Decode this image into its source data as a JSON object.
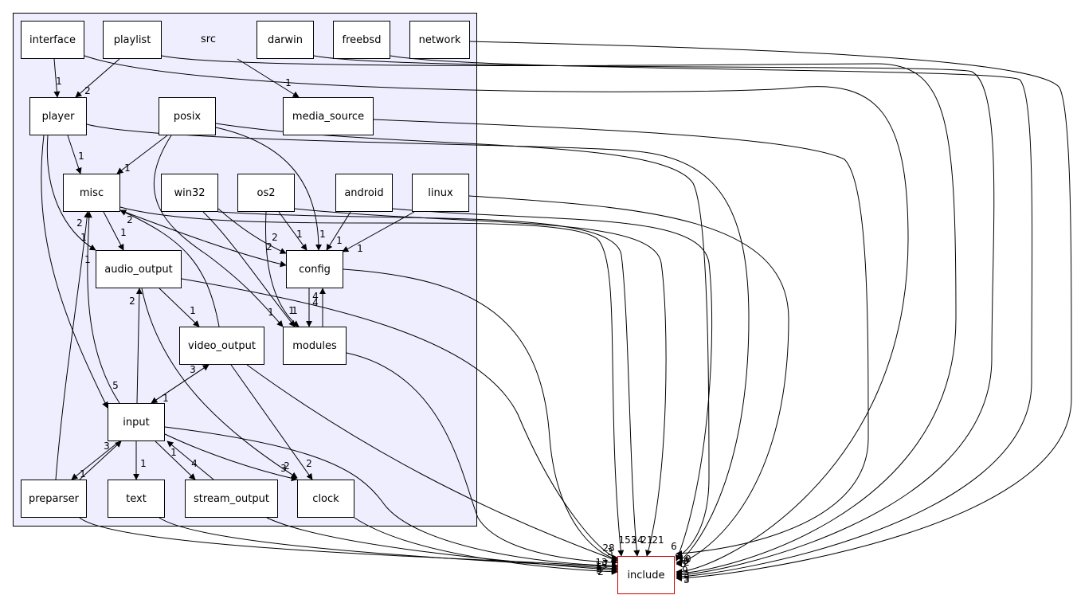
{
  "cluster_title": "src",
  "nodes": {
    "interface": "interface",
    "playlist": "playlist",
    "darwin": "darwin",
    "freebsd": "freebsd",
    "network": "network",
    "player": "player",
    "posix": "posix",
    "media_source": "media_source",
    "misc": "misc",
    "win32": "win32",
    "os2": "os2",
    "android": "android",
    "linux": "linux",
    "audio_output": "audio_output",
    "config": "config",
    "video_output": "video_output",
    "modules": "modules",
    "input": "input",
    "preparser": "preparser",
    "text": "text",
    "stream_output": "stream_output",
    "clock": "clock",
    "include": "include"
  },
  "edges": [
    {
      "from": "interface",
      "to": "player",
      "label": "1"
    },
    {
      "from": "interface",
      "to": "include",
      "label": "3"
    },
    {
      "from": "playlist",
      "to": "player",
      "label": "2"
    },
    {
      "from": "playlist",
      "to": "include",
      "label": "9"
    },
    {
      "from": "src",
      "to": "media_source",
      "label": "1"
    },
    {
      "from": "darwin",
      "to": "include",
      "label": "3"
    },
    {
      "from": "freebsd",
      "to": "include",
      "label": "5"
    },
    {
      "from": "network",
      "to": "include",
      "label": "3"
    },
    {
      "from": "player",
      "to": "misc",
      "label": "1"
    },
    {
      "from": "player",
      "to": "audio_output",
      "label": "1"
    },
    {
      "from": "player",
      "to": "input",
      "label": "5"
    },
    {
      "from": "player",
      "to": "include",
      "label": "9"
    },
    {
      "from": "posix",
      "to": "misc",
      "label": "1"
    },
    {
      "from": "posix",
      "to": "config",
      "label": "1"
    },
    {
      "from": "posix",
      "to": "modules",
      "label": "1"
    },
    {
      "from": "posix",
      "to": "include",
      "label": "21"
    },
    {
      "from": "media_source",
      "to": "include",
      "label": "6"
    },
    {
      "from": "misc",
      "to": "audio_output",
      "label": "1"
    },
    {
      "from": "misc",
      "to": "config",
      "label": "2"
    },
    {
      "from": "misc",
      "to": "include",
      "label": "153"
    },
    {
      "from": "win32",
      "to": "config",
      "label": "2"
    },
    {
      "from": "win32",
      "to": "modules",
      "label": "1"
    },
    {
      "from": "win32",
      "to": "include",
      "label": "24"
    },
    {
      "from": "os2",
      "to": "config",
      "label": "1"
    },
    {
      "from": "os2",
      "to": "modules",
      "label": "1"
    },
    {
      "from": "os2",
      "to": "include",
      "label": "21"
    },
    {
      "from": "android",
      "to": "config",
      "label": "1"
    },
    {
      "from": "android",
      "to": "include",
      "label": "10"
    },
    {
      "from": "linux",
      "to": "config",
      "label": "1"
    },
    {
      "from": "linux",
      "to": "include",
      "label": "2"
    },
    {
      "from": "audio_output",
      "to": "video_output",
      "label": "1"
    },
    {
      "from": "audio_output",
      "to": "clock",
      "label": "3"
    },
    {
      "from": "audio_output",
      "to": "include",
      "label": "3"
    },
    {
      "from": "config",
      "to": "modules",
      "label": "4"
    },
    {
      "from": "config",
      "to": "include",
      "label": "28"
    },
    {
      "from": "video_output",
      "to": "misc",
      "label": "2"
    },
    {
      "from": "video_output",
      "to": "input",
      "label": "1"
    },
    {
      "from": "video_output",
      "to": "clock",
      "label": "2"
    },
    {
      "from": "video_output",
      "to": "include",
      "label": "7"
    },
    {
      "from": "modules",
      "to": "config",
      "label": "4"
    },
    {
      "from": "modules",
      "to": "include",
      "label": "13"
    },
    {
      "from": "input",
      "to": "misc",
      "label": "1"
    },
    {
      "from": "input",
      "to": "audio_output",
      "label": "2"
    },
    {
      "from": "input",
      "to": "video_output",
      "label": "3"
    },
    {
      "from": "input",
      "to": "preparser",
      "label": "1"
    },
    {
      "from": "input",
      "to": "text",
      "label": "1"
    },
    {
      "from": "input",
      "to": "stream_output",
      "label": "1"
    },
    {
      "from": "input",
      "to": "clock",
      "label": "2"
    },
    {
      "from": "input",
      "to": "include",
      "label": "15"
    },
    {
      "from": "preparser",
      "to": "misc",
      "label": "2"
    },
    {
      "from": "preparser",
      "to": "input",
      "label": "3"
    },
    {
      "from": "preparser",
      "to": "include",
      "label": "5"
    },
    {
      "from": "text",
      "to": "include",
      "label": "5"
    },
    {
      "from": "stream_output",
      "to": "input",
      "label": "4"
    },
    {
      "from": "stream_output",
      "to": "include",
      "label": "5"
    },
    {
      "from": "clock",
      "to": "include",
      "label": "2"
    }
  ]
}
